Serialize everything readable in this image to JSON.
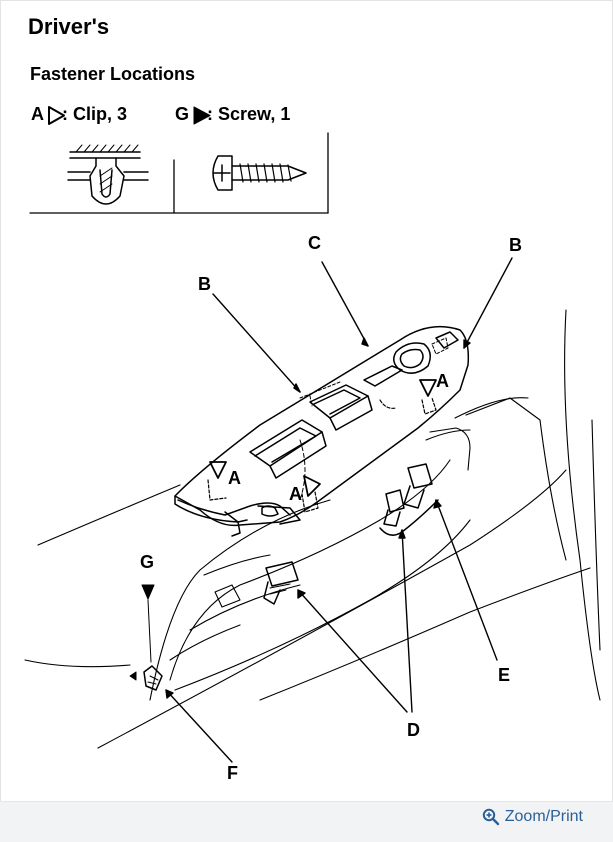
{
  "title": "Driver's",
  "subtitle": "Fastener Locations",
  "legend": {
    "clip": {
      "letter": "A",
      "symbol": "open-triangle",
      "text": ": Clip, 3"
    },
    "screw": {
      "letter": "G",
      "symbol": "filled-triangle",
      "text": ": Screw, 1"
    }
  },
  "callouts": {
    "A1": "A",
    "A2": "A",
    "A3": "A",
    "B1": "B",
    "B2": "B",
    "C": "C",
    "D": "D",
    "E": "E",
    "F": "F",
    "G": "G"
  },
  "footer": {
    "icon": "magnifier-plus-icon",
    "link_label": "Zoom/Print",
    "link_color": "#2b5f97"
  }
}
